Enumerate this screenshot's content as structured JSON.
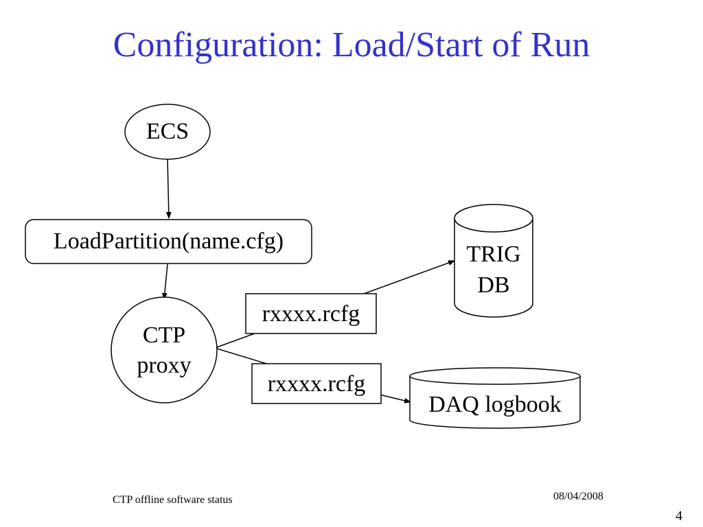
{
  "slide": {
    "title": "Configuration: Load/Start of Run",
    "title_color": "#3333cc",
    "footer_left": "CTP offline software status",
    "footer_date": "08/04/2008",
    "page_number": "4"
  },
  "diagram": {
    "nodes": {
      "ecs": {
        "label": "ECS",
        "shape": "ellipse"
      },
      "load_partition": {
        "label": "LoadPartition(name.cfg)",
        "shape": "rounded-rectangle"
      },
      "ctp_proxy": {
        "line1": "CTP",
        "line2": "proxy",
        "shape": "circle"
      },
      "rcfg_upper": {
        "label": "rxxxx.rcfg",
        "shape": "rectangle"
      },
      "rcfg_lower": {
        "label": "rxxxx.rcfg",
        "shape": "rectangle"
      },
      "trig_db": {
        "line1": "TRIG",
        "line2": "DB",
        "shape": "cylinder"
      },
      "daq_logbook": {
        "label": "DAQ logbook",
        "shape": "cylinder"
      }
    },
    "edges": [
      {
        "from": "ecs",
        "to": "load_partition"
      },
      {
        "from": "load_partition",
        "to": "ctp_proxy"
      },
      {
        "from": "ctp_proxy",
        "to": "trig_db",
        "via": "rcfg_upper"
      },
      {
        "from": "ctp_proxy",
        "to": "daq_logbook",
        "via": "rcfg_lower"
      }
    ]
  }
}
